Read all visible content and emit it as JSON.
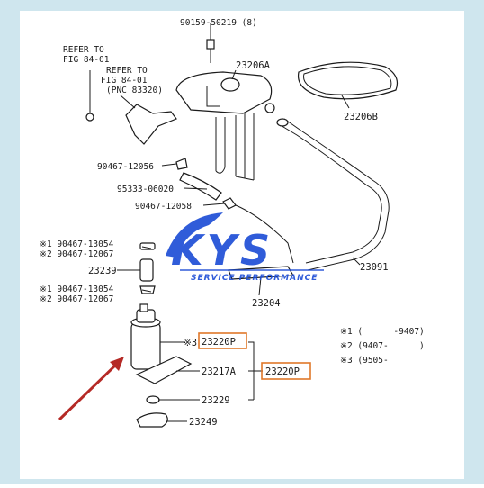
{
  "labels": {
    "bolt": "90159-50219 (8)",
    "refer1_l1": "REFER TO",
    "refer1_l2": "FIG 84-01",
    "refer2_l1": "REFER TO",
    "refer2_l2": "FIG 84-01",
    "refer2_l3": "(PNC 83320)",
    "bracket": "23206A",
    "gasket": "23206B",
    "clip1": "90467-12056",
    "hose": "95333-06020",
    "clip2": "90467-12058",
    "clip3_a": "※1 90467-13054",
    "clip3_b": "※2 90467-12067",
    "pipe": "23239",
    "clip4_a": "※1 90467-13054",
    "clip4_b": "※2 90467-12067",
    "tube": "23091",
    "sub": "23204",
    "pump_mark": "※3",
    "pump": "23220P",
    "filter": "23217A",
    "pump_box2": "23220P",
    "ring": "23229",
    "cushion": "23249"
  },
  "legend": {
    "n1": "※1 (      -9407)",
    "n2": "※2 (9407-      )",
    "n3": "※3 (9505-"
  },
  "watermark": {
    "main": "KYS",
    "sub": "SERVICE PERFORMANCE"
  },
  "colors": {
    "frame": "#cfe6ee",
    "highlight": "#e0782a",
    "arrow": "#b52a26",
    "logo": "#1f4fd6"
  }
}
